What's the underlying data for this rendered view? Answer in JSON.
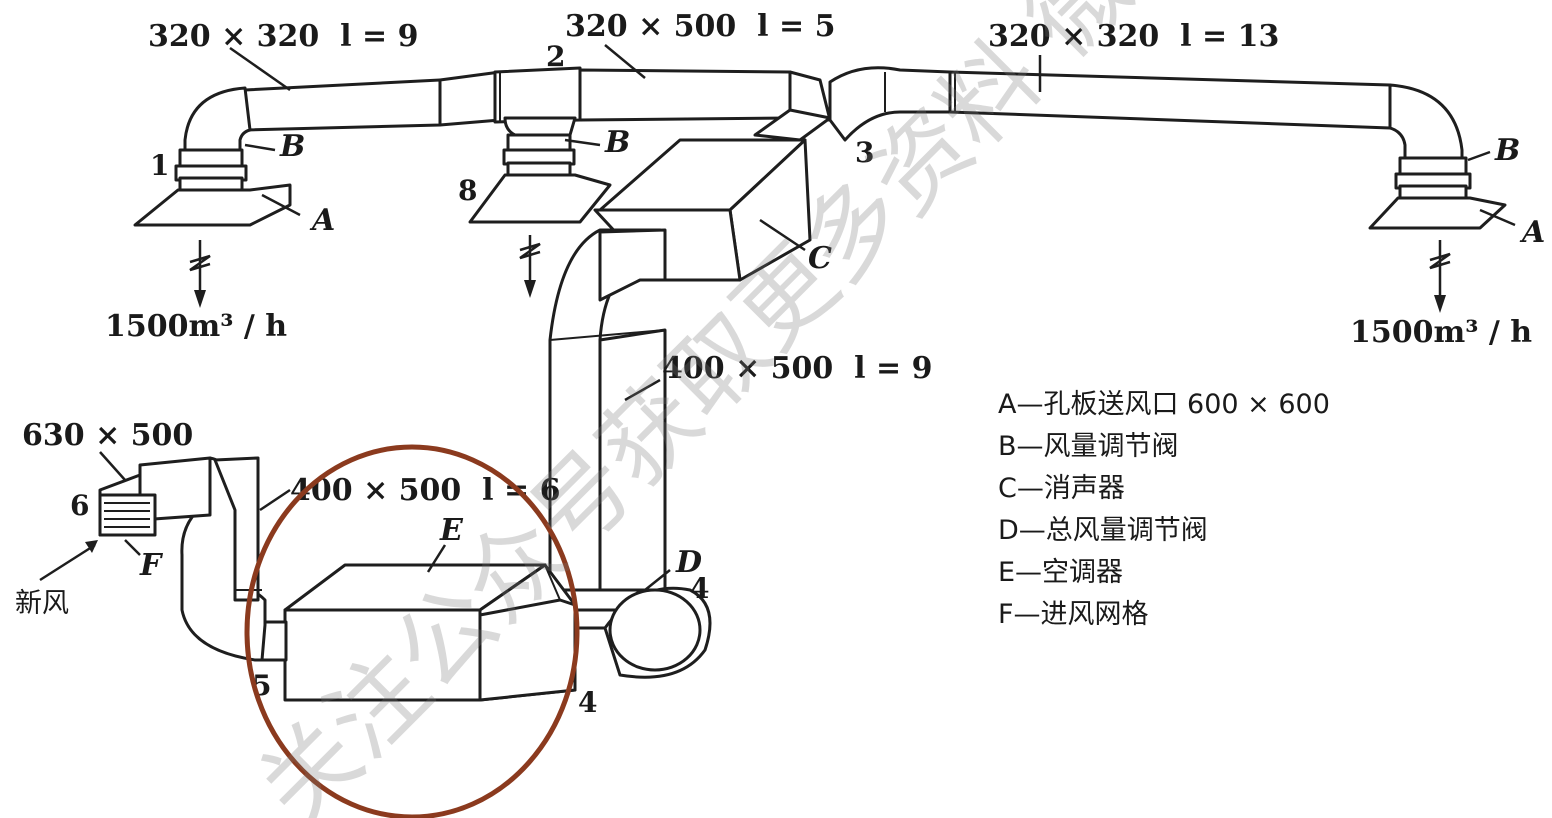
{
  "dimensions": {
    "left_branch": "320 × 320  l = 9",
    "middle_branch": "320 × 500  l = 5",
    "right_branch": "320 × 320  l = 13",
    "riser": "400 × 500  l = 9",
    "return_duct": "400 × 500  l = 6",
    "fresh_air_duct": "630 × 500"
  },
  "airflow": {
    "left": "1500m³ / h",
    "right": "1500m³ / h"
  },
  "nodes": [
    "1",
    "2",
    "3",
    "4",
    "4",
    "5",
    "6",
    "8"
  ],
  "component_letters": {
    "A_left": "A",
    "A_right": "A",
    "B_left": "B",
    "B_mid": "B",
    "B_right": "B",
    "C": "C",
    "D": "D",
    "E": "E",
    "F": "F"
  },
  "fresh_air_label": "新风",
  "legend": [
    "A—孔板送风口 600 × 600",
    "B—风量调节阀",
    "C—消声器",
    "D—总风量调节阀",
    "E—空调器",
    "F—进风网格"
  ],
  "watermark": "关注公众号获取更多资料 微信搜索",
  "colors": {
    "highlight_circle": "#8B3A1E",
    "line": "#1e1e1e"
  }
}
